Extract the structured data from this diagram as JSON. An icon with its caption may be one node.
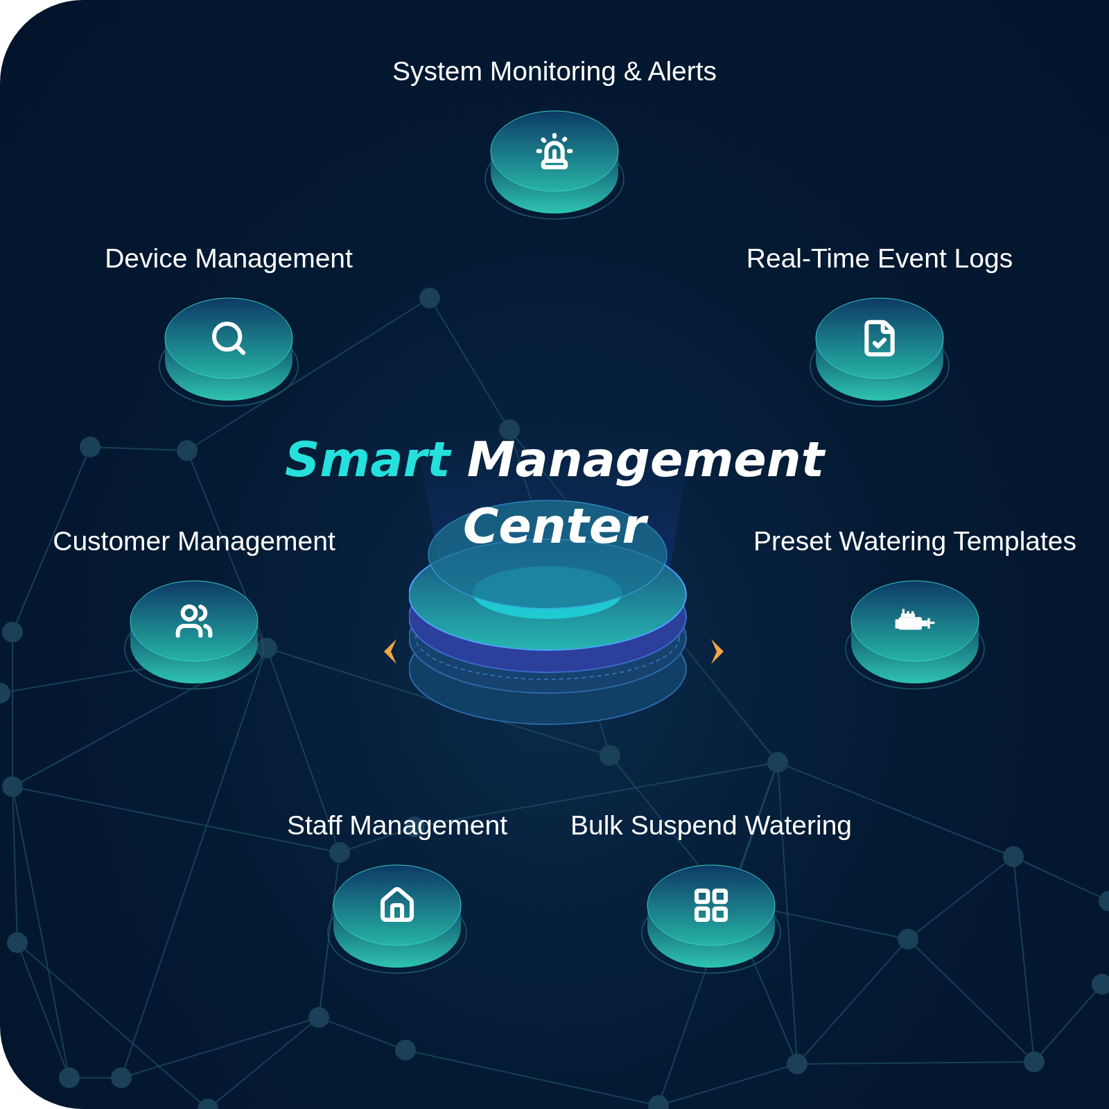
{
  "diagram": {
    "title": "Smart Management Center",
    "nodes": [
      {
        "text": [
          "System Monitoring & Alerts"
        ]
      },
      {
        "text": [
          "Device Management"
        ]
      },
      {
        "text": [
          "Real-Time Event Logs"
        ]
      },
      {
        "text": [
          "Customer Management"
        ]
      },
      {
        "text": [
          "Preset Watering Templates"
        ]
      },
      {
        "text": [
          "Staff Management"
        ]
      },
      {
        "text": [
          "Bulk Suspend Watering"
        ]
      }
    ]
  }
}
